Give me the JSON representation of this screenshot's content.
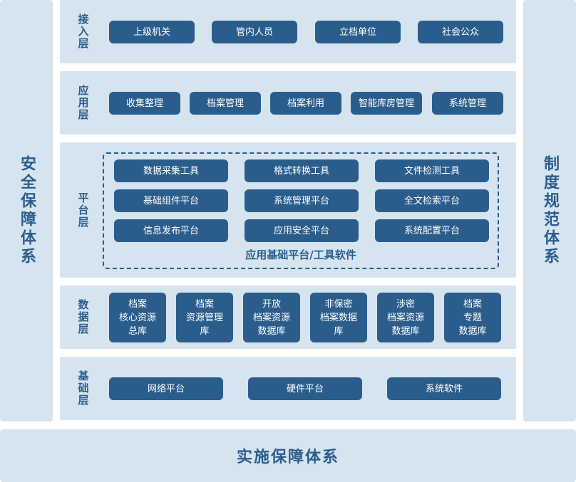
{
  "left_panel": {
    "title": "安全保障体系"
  },
  "right_panel": {
    "title": "制度规范体系"
  },
  "bottom_panel": {
    "title": "实施保障体系"
  },
  "layers": {
    "access": {
      "name": "接入层",
      "items": [
        "上级机关",
        "管内人员",
        "立档单位",
        "社会公众"
      ]
    },
    "application": {
      "name": "应用层",
      "items": [
        "收集整理",
        "档案管理",
        "档案利用",
        "智能库房管理",
        "系统管理"
      ]
    },
    "platform": {
      "name": "平台层",
      "items": [
        "数据采集工具",
        "格式转换工具",
        "文件检测工具",
        "基础组件平台",
        "系统管理平台",
        "全文检索平台",
        "信息发布平台",
        "应用安全平台",
        "系统配置平台"
      ],
      "group_caption": "应用基础平台/工具软件"
    },
    "data": {
      "name": "数据层",
      "items": [
        "档案\n核心资源\n总库",
        "档案\n资源管理\n库",
        "开放\n档案资源\n数据库",
        "非保密\n档案数据\n库",
        "涉密\n档案资源\n数据库",
        "档案\n专题\n数据库"
      ]
    },
    "foundation": {
      "name": "基础层",
      "items": [
        "网络平台",
        "硬件平台",
        "系统软件"
      ]
    }
  },
  "colors": {
    "panel_bg": "#d6e4ef",
    "button_bg": "#2b5d8c",
    "title_text": "#2b5d8c",
    "button_text": "#ffffff"
  }
}
